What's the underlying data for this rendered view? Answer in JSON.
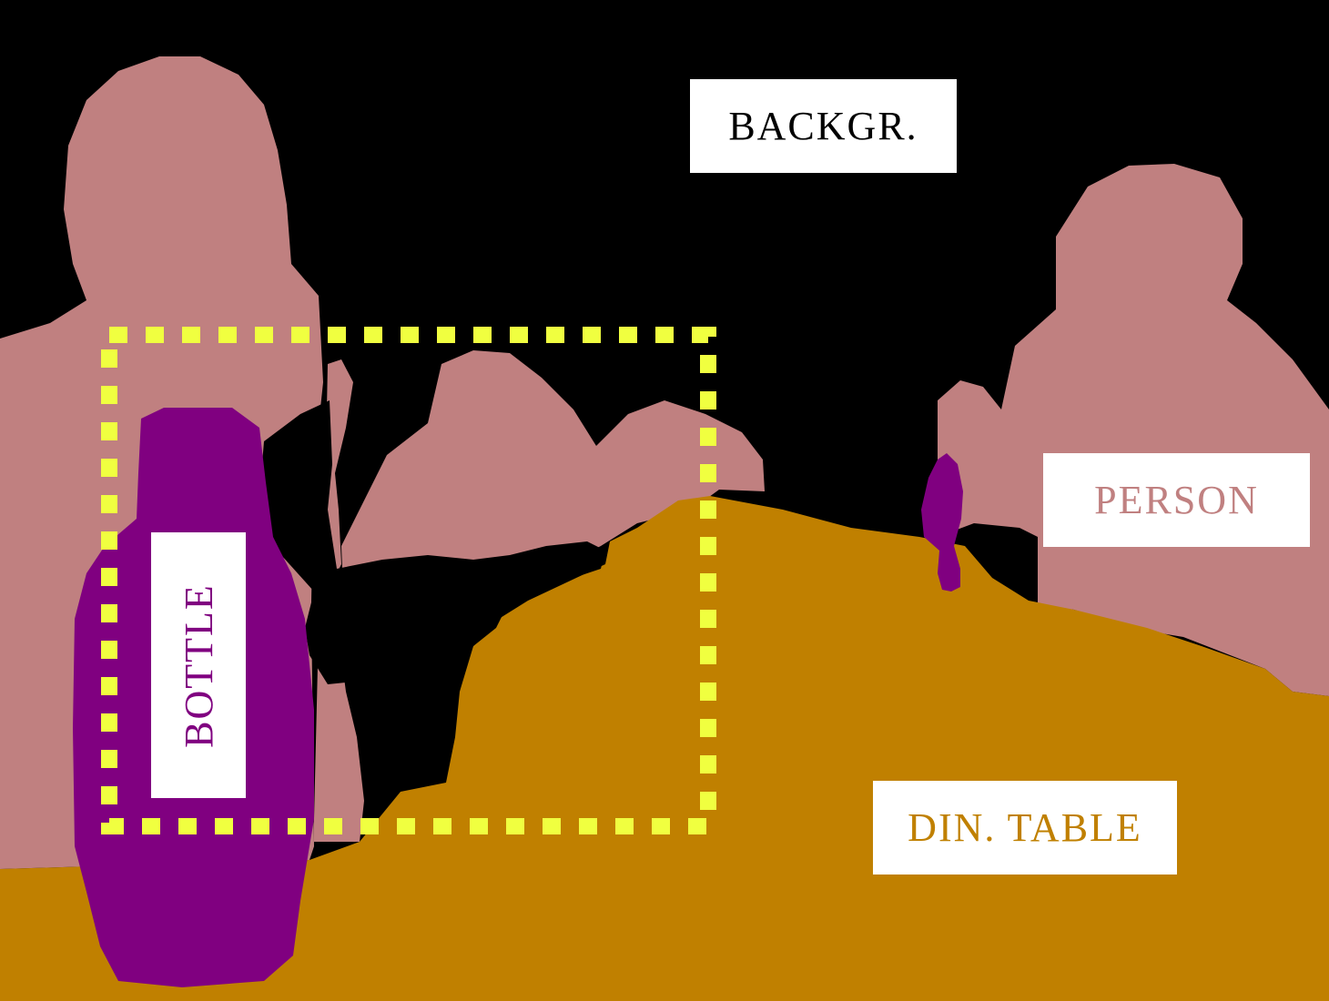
{
  "image": {
    "kind": "semantic segmentation map",
    "background_color": "#000000"
  },
  "classes": {
    "background": {
      "label": "BACKGR.",
      "color": "#000000",
      "text_color": "#000000"
    },
    "person": {
      "label": "PERSON",
      "color": "#c08080",
      "text_color": "#c08080"
    },
    "table": {
      "label": "DIN. TABLE",
      "color": "#c08000",
      "text_color": "#c08000"
    },
    "bottle": {
      "label": "BOTTLE",
      "color": "#800080",
      "text_color": "#800080"
    }
  },
  "highlight_box": {
    "color": "#f0ff40",
    "style": "dotted"
  }
}
